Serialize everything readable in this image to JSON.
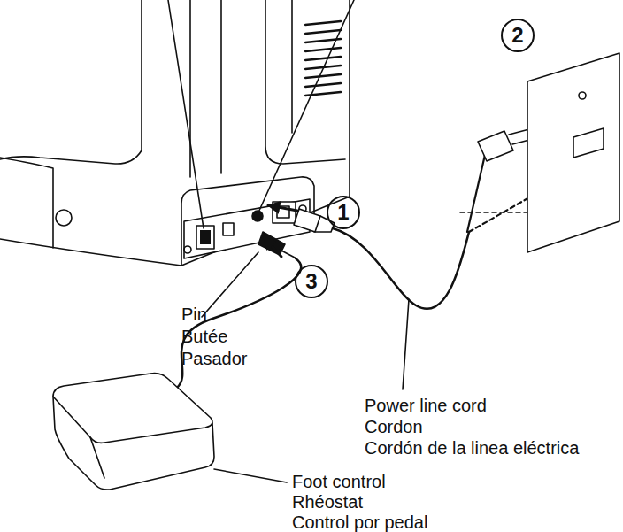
{
  "diagram": {
    "labels": [
      "1",
      "2",
      "3",
      "Pin",
      "Butée",
      "Pasador",
      "Power line cord",
      "Cordon",
      "Cordón de la linea eléctrica",
      "Foot control",
      "Rhéostat",
      "Control por pedal"
    ]
  }
}
